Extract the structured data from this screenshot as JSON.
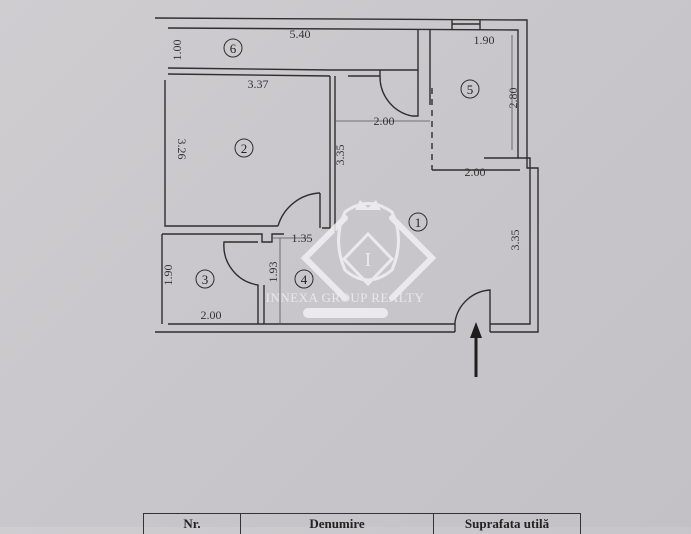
{
  "plan": {
    "rooms": [
      {
        "number": "1",
        "dims": [
          "3.35",
          "2.00"
        ]
      },
      {
        "number": "2",
        "dims": [
          "3.37",
          "3.26"
        ]
      },
      {
        "number": "3",
        "dims": [
          "2.00",
          "1.90"
        ]
      },
      {
        "number": "4",
        "dims": [
          "1.35",
          "1.93"
        ]
      },
      {
        "number": "5",
        "dims": [
          "1.90",
          "2.80",
          "2.00"
        ]
      },
      {
        "number": "6",
        "dims": [
          "5.40",
          "1.00"
        ]
      }
    ],
    "labels": {
      "r1": "1",
      "r2": "2",
      "r3": "3",
      "r4": "4",
      "r5": "5",
      "r6": "6",
      "d_540": "5.40",
      "d_100": "1.00",
      "d_337": "3.37",
      "d_326": "3.26",
      "d_335a": "3.35",
      "d_200a": "2.00",
      "d_190": "1.90",
      "d_280": "2.80",
      "d_200b": "2.00",
      "d_335b": "3.35",
      "d_135": "1.35",
      "d_193": "1.93",
      "d_190b": "1.90",
      "d_200c": "2.00"
    },
    "entrance_icon": "arrow-up-icon"
  },
  "watermark": {
    "text": "INNEXA GROUP REALTY",
    "monogram": "I"
  },
  "table": {
    "headers": [
      "Nr.",
      "Denumire",
      "Suprafata utilă"
    ]
  },
  "colors": {
    "paper": "#cbc9cd",
    "ink": "#2e2e2e",
    "watermark": "#f2f0f2"
  }
}
